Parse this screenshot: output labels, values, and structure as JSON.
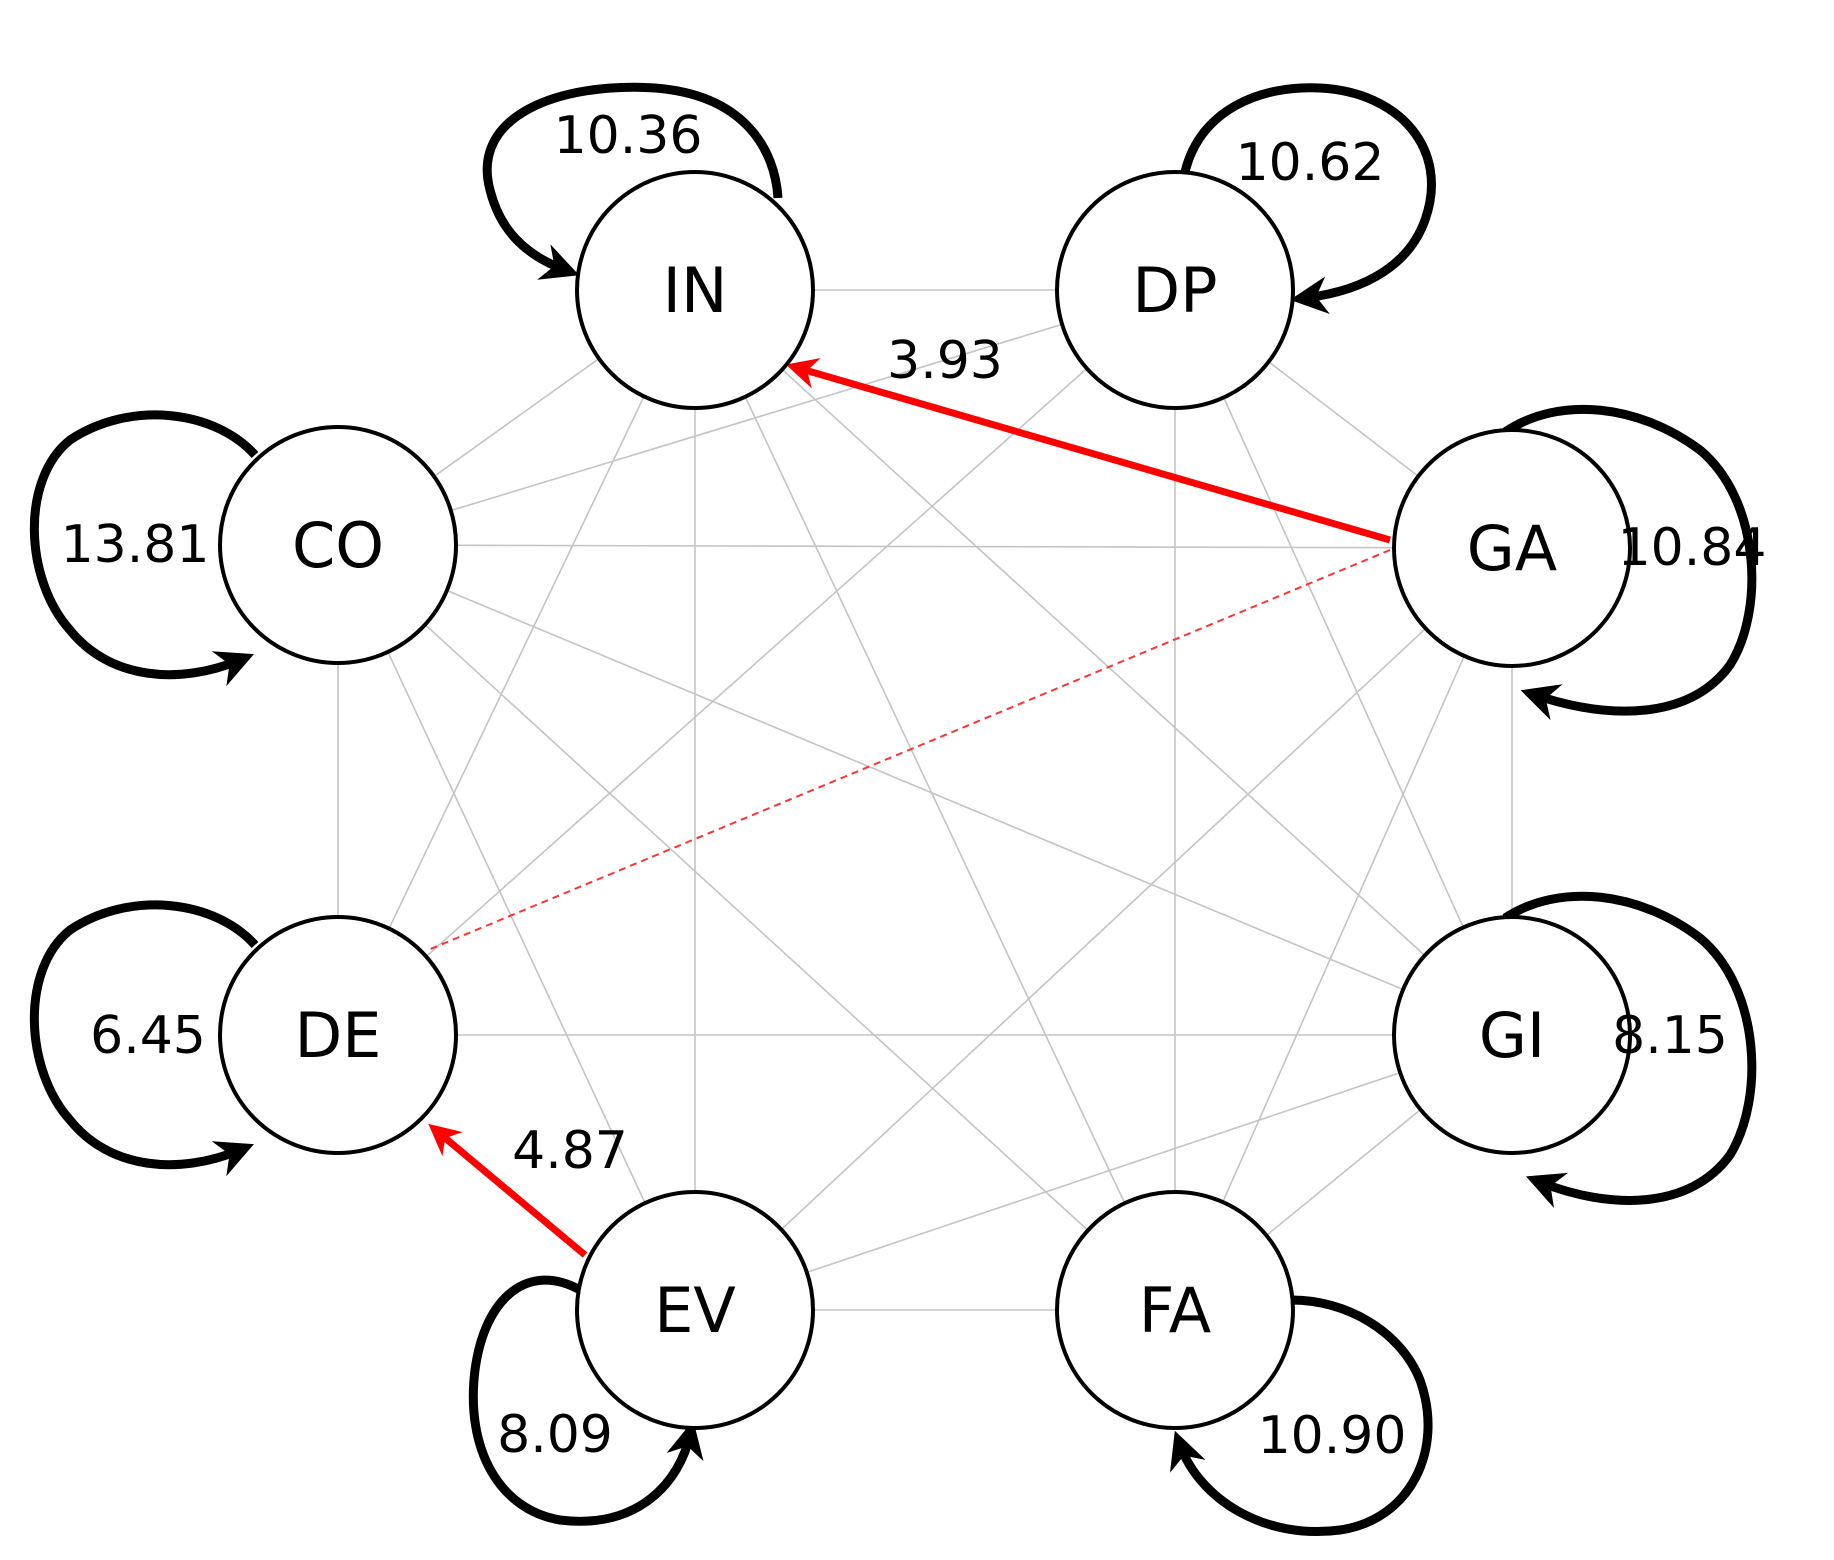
{
  "nodes": [
    {
      "id": "IN",
      "label": "IN"
    },
    {
      "id": "DP",
      "label": "DP"
    },
    {
      "id": "CO",
      "label": "CO"
    },
    {
      "id": "GA",
      "label": "GA"
    },
    {
      "id": "DE",
      "label": "DE"
    },
    {
      "id": "GI",
      "label": "GI"
    },
    {
      "id": "EV",
      "label": "EV"
    },
    {
      "id": "FA",
      "label": "FA"
    }
  ],
  "self_loops": [
    {
      "node": "IN",
      "value": "10.36"
    },
    {
      "node": "DP",
      "value": "10.62"
    },
    {
      "node": "CO",
      "value": "13.81"
    },
    {
      "node": "GA",
      "value": "10.84"
    },
    {
      "node": "DE",
      "value": "6.45"
    },
    {
      "node": "GI",
      "value": "8.15"
    },
    {
      "node": "EV",
      "value": "8.09"
    },
    {
      "node": "FA",
      "value": "10.90"
    }
  ],
  "highlighted_edges": [
    {
      "from": "GA",
      "to": "IN",
      "value": "3.93",
      "style": "solid",
      "color": "#ff0000"
    },
    {
      "from": "EV",
      "to": "DE",
      "value": "4.87",
      "style": "solid",
      "color": "#ff0000"
    },
    {
      "from": "GA",
      "to": "DE",
      "value": "",
      "style": "dashed",
      "color": "#ff3333"
    }
  ],
  "thin_edges": [
    [
      "IN",
      "DP"
    ],
    [
      "IN",
      "CO"
    ],
    [
      "IN",
      "DE"
    ],
    [
      "IN",
      "EV"
    ],
    [
      "IN",
      "FA"
    ],
    [
      "IN",
      "GI"
    ],
    [
      "DP",
      "GA"
    ],
    [
      "DP",
      "CO"
    ],
    [
      "DP",
      "DE"
    ],
    [
      "DP",
      "GI"
    ],
    [
      "DP",
      "FA"
    ],
    [
      "CO",
      "GA"
    ],
    [
      "CO",
      "DE"
    ],
    [
      "CO",
      "GI"
    ],
    [
      "CO",
      "FA"
    ],
    [
      "CO",
      "EV"
    ],
    [
      "GA",
      "GI"
    ],
    [
      "GA",
      "EV"
    ],
    [
      "GA",
      "FA"
    ],
    [
      "DE",
      "GI"
    ],
    [
      "GI",
      "EV"
    ],
    [
      "GI",
      "FA"
    ],
    [
      "EV",
      "FA"
    ]
  ],
  "colors": {
    "edge": "#c4c4c4",
    "highlight": "#ff0000",
    "stroke": "#000000"
  }
}
